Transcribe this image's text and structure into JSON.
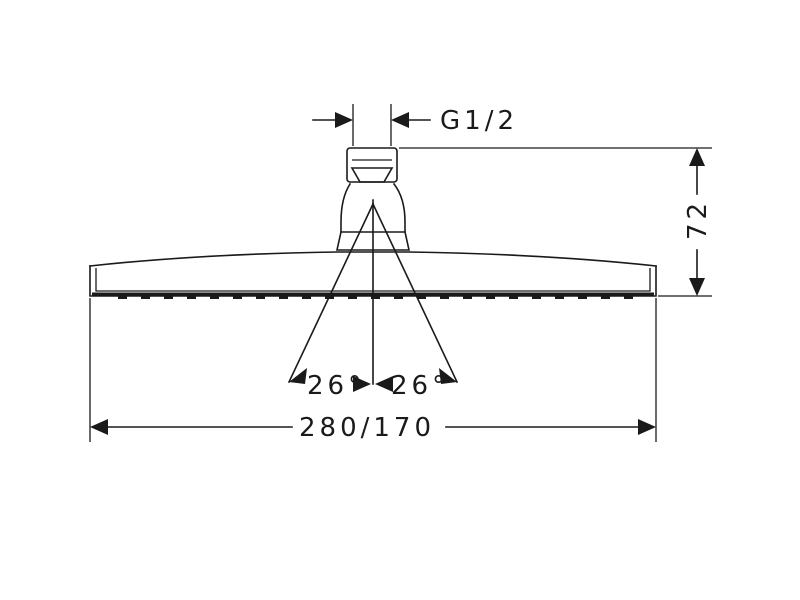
{
  "dimensions": {
    "thread": "G1/2",
    "height": "72",
    "width": "280/170",
    "angle_left": "26°",
    "angle_right": "26°"
  },
  "colors": {
    "line": "#1a1a1a",
    "background": "#ffffff"
  }
}
